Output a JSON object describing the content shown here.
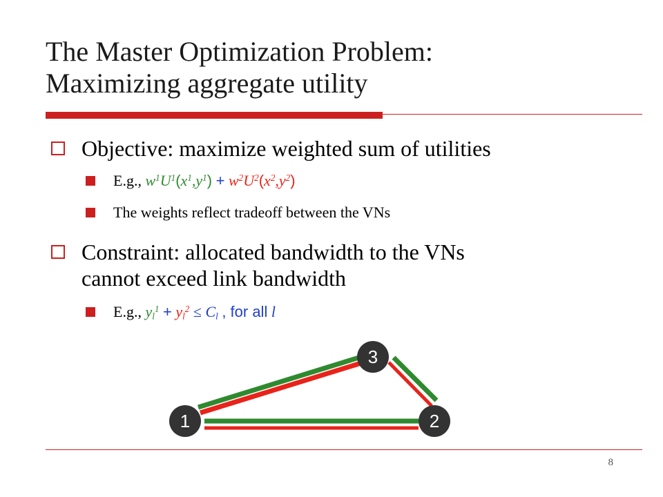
{
  "slide": {
    "title_line1": "The Master Optimization Problem:",
    "title_line2": "Maximizing aggregate utility",
    "page_number": "8"
  },
  "bullets": {
    "objective": "Objective: maximize weighted sum of utilities",
    "eg_label": "E.g.,",
    "formula_plus": "+",
    "w": "w",
    "U": "U",
    "x": "x",
    "y": "y",
    "one": "1",
    "two": "2",
    "open_paren": "(",
    "comma": ",",
    "close_paren": ")",
    "weights": "The weights reflect tradeoff between the VNs",
    "constraint_line1": "Constraint: allocated bandwidth to the VNs",
    "constraint_line2": "cannot exceed link bandwidth",
    "c_y": "y",
    "c_l": "l",
    "c_leq": "≤",
    "c_C": "C",
    "c_forall": ", for all",
    "c_l_end": "l"
  },
  "graph": {
    "nodes": [
      {
        "id": "1",
        "label": "1"
      },
      {
        "id": "2",
        "label": "2"
      },
      {
        "id": "3",
        "label": "3"
      }
    ],
    "colors": {
      "vn1": "#2f8a2f",
      "vn2": "#e8231a",
      "node": "#333333"
    }
  }
}
